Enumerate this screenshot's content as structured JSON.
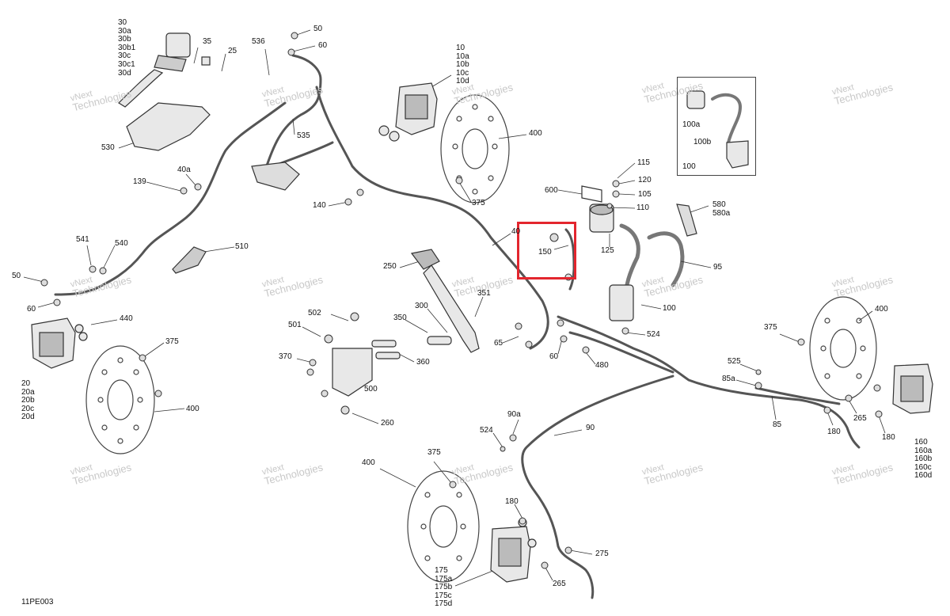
{
  "diagram_code": "11PE003",
  "watermark": {
    "line1": "vNext",
    "line2": "Technologies",
    "line3": "vNext Technologies"
  },
  "highlight": {
    "label": "150",
    "color": "#e3262e"
  },
  "labels": {
    "l30": "30\n30a\n30b\n30b1\n30c\n30c1\n30d",
    "l35": "35",
    "l25": "25",
    "l536": "536",
    "l50a": "50",
    "l60a": "60",
    "l10": "10\n10a\n10b\n10c\n10d",
    "l530": "530",
    "l535": "535",
    "l400a": "400",
    "l139": "139",
    "l40a": "40a",
    "l140": "140",
    "l375a": "375",
    "l600": "600",
    "l115": "115",
    "l120": "120",
    "l105": "105",
    "l110": "110",
    "l580": "580\n580a",
    "l125": "125",
    "l95": "95",
    "l100": "100",
    "l40": "40",
    "l150": "150",
    "l541": "541",
    "l540": "540",
    "l510": "510",
    "l50b": "50",
    "l60b": "60",
    "l250": "250",
    "l351": "351",
    "l300": "300",
    "l502": "502",
    "l501": "501",
    "l350": "350",
    "l65": "65",
    "l60c": "60",
    "l524a": "524",
    "l480": "480",
    "l440": "440",
    "l375b": "375",
    "l370": "370",
    "l360": "360",
    "l500": "500",
    "l260": "260",
    "l20": "20\n20a\n20b\n20c\n20d",
    "l400b": "400",
    "l400c": "400",
    "l375c": "375",
    "l525": "525",
    "l85a": "85a",
    "l85": "85",
    "l265a": "265",
    "l180a": "180",
    "l180b": "180",
    "l160": "160\n160a\n160b\n160c\n160d",
    "l90a": "90a",
    "l524b": "524",
    "l90": "90",
    "l400d": "400",
    "l375d": "375",
    "l180c": "180",
    "l275": "275",
    "l265b": "265",
    "l175": "175\n175a\n175b\n175c\n175d",
    "l100a": "100a",
    "l100b": "100b",
    "l100c": "100"
  }
}
